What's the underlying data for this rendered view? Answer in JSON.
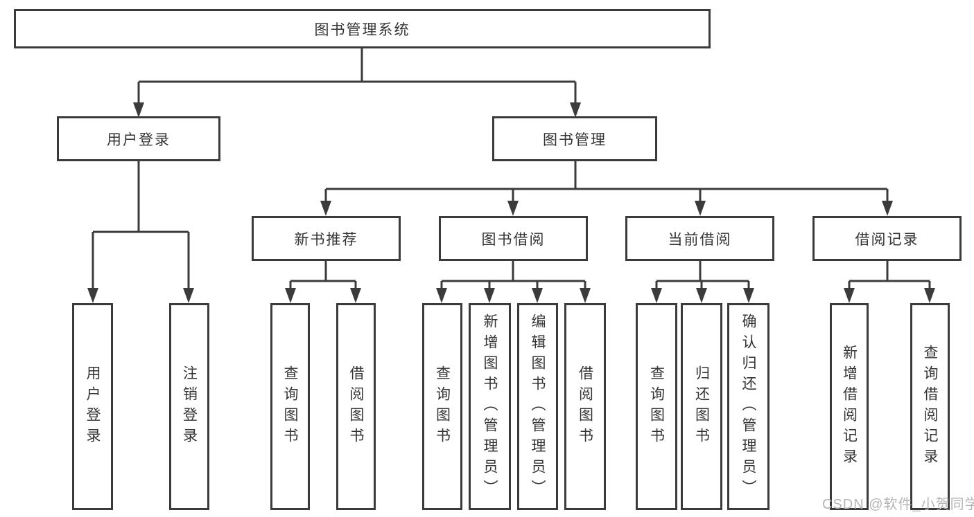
{
  "colors": {
    "line": "#3b3b3b",
    "text": "#333333",
    "background": "#ffffff",
    "watermark": "#b5b5b5"
  },
  "watermark": "CSDN @软件_小贺同学",
  "tree": {
    "root": {
      "label": "图书管理系统",
      "children": [
        {
          "label": "用户登录",
          "children": [
            {
              "label": "用户登录"
            },
            {
              "label": "注销登录"
            }
          ]
        },
        {
          "label": "图书管理",
          "children": [
            {
              "label": "新书推荐",
              "children": [
                {
                  "label": "查询图书"
                },
                {
                  "label": "借阅图书"
                }
              ]
            },
            {
              "label": "图书借阅",
              "children": [
                {
                  "label": "查询图书"
                },
                {
                  "label": "新增图书（管理员）"
                },
                {
                  "label": "编辑图书（管理员）"
                },
                {
                  "label": "借阅图书"
                }
              ]
            },
            {
              "label": "当前借阅",
              "children": [
                {
                  "label": "查询图书"
                },
                {
                  "label": "归还图书"
                },
                {
                  "label": "确认归还（管理员）"
                }
              ]
            },
            {
              "label": "借阅记录",
              "children": [
                {
                  "label": "新增借阅记录"
                },
                {
                  "label": "查询借阅记录"
                }
              ]
            }
          ]
        }
      ]
    }
  }
}
